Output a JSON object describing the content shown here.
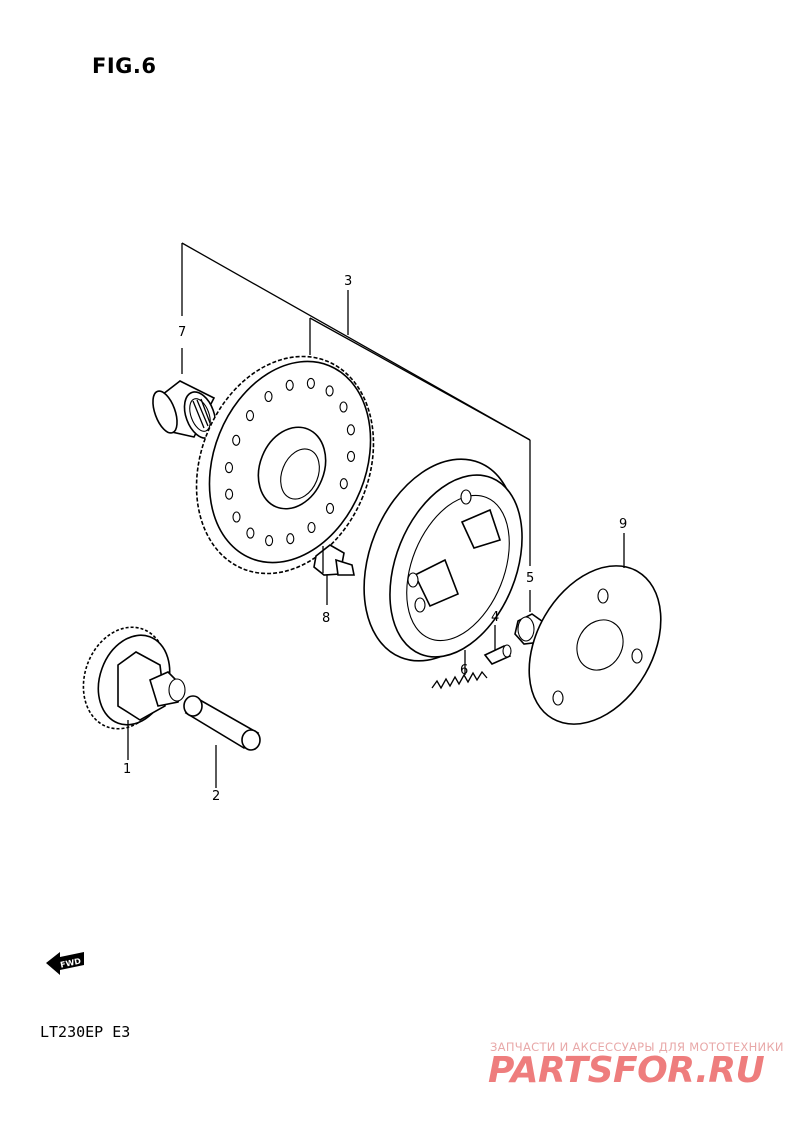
{
  "figure": {
    "title": "FIG.6"
  },
  "model": {
    "code": "LT230EP  E3"
  },
  "watermark": {
    "tagline": "ЗАПЧАСТИ И АКСЕССУАРЫ ДЛЯ МОТОТЕХНИКИ",
    "brand": "PARTSFOR.RU",
    "color": "#ee7d7d"
  },
  "fwd_mark": {
    "label": "FWD",
    "icon": "forward-arrow-icon"
  },
  "callouts": [
    {
      "id": "1",
      "label": "1",
      "part": "starter-driven-gear"
    },
    {
      "id": "2",
      "label": "2",
      "part": "shaft"
    },
    {
      "id": "3",
      "label": "3",
      "part": "starter-clutch-assembly"
    },
    {
      "id": "4",
      "label": "4",
      "part": "pin"
    },
    {
      "id": "5",
      "label": "5",
      "part": "roller"
    },
    {
      "id": "6",
      "label": "6",
      "part": "spring"
    },
    {
      "id": "7",
      "label": "7",
      "part": "needle-bearing"
    },
    {
      "id": "8",
      "label": "8",
      "part": "bolt"
    },
    {
      "id": "9",
      "label": "9",
      "part": "washer-plate"
    }
  ]
}
